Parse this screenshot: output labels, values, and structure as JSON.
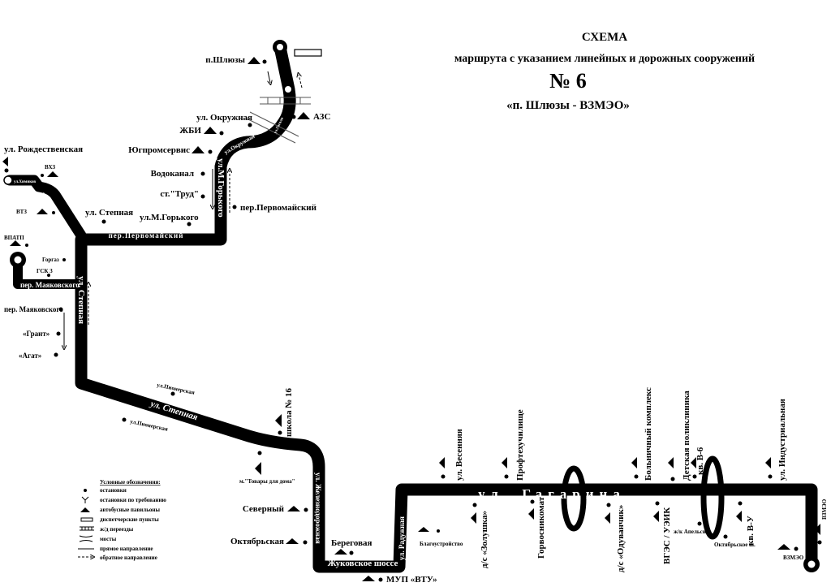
{
  "title": {
    "line1": "СХЕМА",
    "line2": "маршрута с указанием линейных и дорожных сооружений",
    "number": "№ 6",
    "route": "«п. Шлюзы - ВЗМЭО»"
  },
  "streets": {
    "gagarina": "ул. Гагарина",
    "gorkogo": "ул.М.Горького",
    "pervomaisky": "пер.Первомайский",
    "stepnaya_v": "ул. Степная",
    "stepnaya_d": "ул. Степная",
    "mayakovskogo": "пер. Маяковского",
    "zheleznodorozhnaya": "ул. Железнодорожная",
    "raduzhnaya": "ул. Радужная",
    "zhukovskoe": "Жуковское шоссе",
    "okruzhnaya": "ул.Окружная",
    "rozhd_small": "ул.Рождественская",
    "khimikov": "ул.Химиков",
    "glinki": "ул.Гоголя",
    "vzmeo_v": "ВЗМЭО"
  },
  "stops": {
    "shlyuzy": "п.Шлюзы",
    "okruzhnaya": "ул. Окружная",
    "azs": "АЗС",
    "zhbi": "ЖБИ",
    "yugprom": "Югпромсервис",
    "vodokanal": "Водоканал",
    "trud": "ст.\"Труд\"",
    "pervomaisky": "пер.Первомайский",
    "m_gorkogo": "ул.М.Горького",
    "stepnaya": "ул. Степная",
    "rozhdestvenskaya": "ул. Рождественская",
    "vkhz": "ВХЗ",
    "vtz": "ВТЗ",
    "vpatp": "ВПАТП",
    "gorgaz": "Горгаз",
    "gsk3": "ГСК 3",
    "mayakovskogo": "пер. Маяковского",
    "grant": "«Грант»",
    "agat": "«Агат»",
    "pionerskaya1": "ул.Пионерская",
    "pionerskaya2": "ул.Пионерская",
    "shkola16": "школа № 16",
    "tovary": "м.\"Товары для дома\"",
    "severny": "Северный",
    "oktyabrskaya": "Октябрьская",
    "beregovaya": "Береговая",
    "mup_vtu": "МУП «ВТУ»",
    "blagoustroistvo": "Благоустройство",
    "vesennyaya": "ул. Весенняя",
    "proftekh": "Профтехучилище",
    "bolnichny": "Больничный комплекс",
    "detskaya": "Детская поликлиника",
    "kv_v6": "кв. В-6",
    "industrialnaya": "ул. Индустриальная",
    "zolushka": "д/с «Золушка»",
    "gorvodokanal": "Горвосникомат",
    "oduvanchik": "д/с «Одуванчик»",
    "vges": "ВГЭС / УЭИК",
    "kv_vu": "кв. В-У",
    "apelsin": "ж/к Апельсин",
    "oktyabrskoe": "Октябрьское ш.",
    "vzmeo": "ВЗМЭО"
  },
  "legend": {
    "title": "Условные обозначения:",
    "items": [
      "остановки",
      "остановки по требованию",
      "автобусные павильоны",
      "диспетчерские пункты",
      "ж/д переезды",
      "мосты",
      "прямое направление",
      "обратное направление"
    ]
  }
}
